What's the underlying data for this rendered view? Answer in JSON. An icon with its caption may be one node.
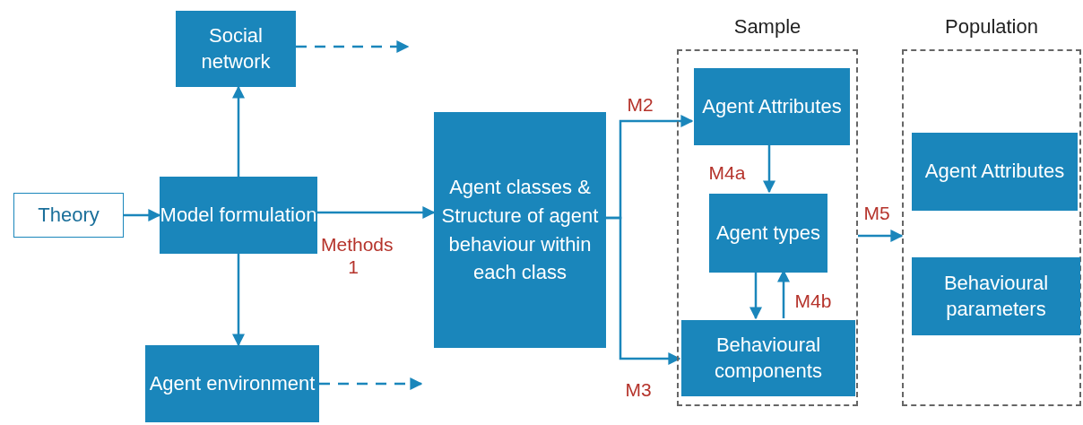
{
  "diagram": {
    "nodes": [
      {
        "text": [
          "Theory"
        ]
      },
      {
        "text": [
          "Model formulation"
        ]
      },
      {
        "text": [
          "Social network"
        ]
      },
      {
        "text": [
          "Agent environment"
        ]
      },
      {
        "text": [
          "Agent classes & Structure of agent behaviour within each class"
        ]
      },
      {
        "text": [
          "Sample"
        ]
      },
      {
        "text": [
          "Agent Attributes"
        ],
        "in": 5
      },
      {
        "text": [
          "Agent types"
        ],
        "in": 5
      },
      {
        "text": [
          "Behavioural components"
        ],
        "in": 5
      },
      {
        "text": [
          "Population"
        ]
      },
      {
        "text": [
          "Agent Attributes"
        ],
        "in": 9
      },
      {
        "text": [
          "Behavioural parameters"
        ],
        "in": 9
      }
    ],
    "edges": [
      {
        "from": 0,
        "to": 1,
        "arrow": "to"
      },
      {
        "from": 1,
        "to": 2,
        "arrow": "to"
      },
      {
        "from": 1,
        "to": 3,
        "arrow": "to"
      },
      {
        "from": 2,
        "to": null,
        "arrow": "to",
        "style": "dashed"
      },
      {
        "from": 3,
        "to": null,
        "arrow": "to",
        "style": "dashed"
      },
      {
        "from": 1,
        "to": 4,
        "arrow": "to",
        "label": "Methods 1"
      },
      {
        "from": 4,
        "to": 6,
        "arrow": "to",
        "label": "M2"
      },
      {
        "from": 4,
        "to": 8,
        "arrow": "to",
        "label": "M3"
      },
      {
        "from": 6,
        "to": 7,
        "arrow": "to",
        "label": "M4a"
      },
      {
        "from": 7,
        "to": 8,
        "arrow": "to"
      },
      {
        "from": 8,
        "to": 7,
        "arrow": "to",
        "label": "M4b"
      },
      {
        "from": 5,
        "to": 9,
        "arrow": "to",
        "label": "M5"
      }
    ]
  }
}
